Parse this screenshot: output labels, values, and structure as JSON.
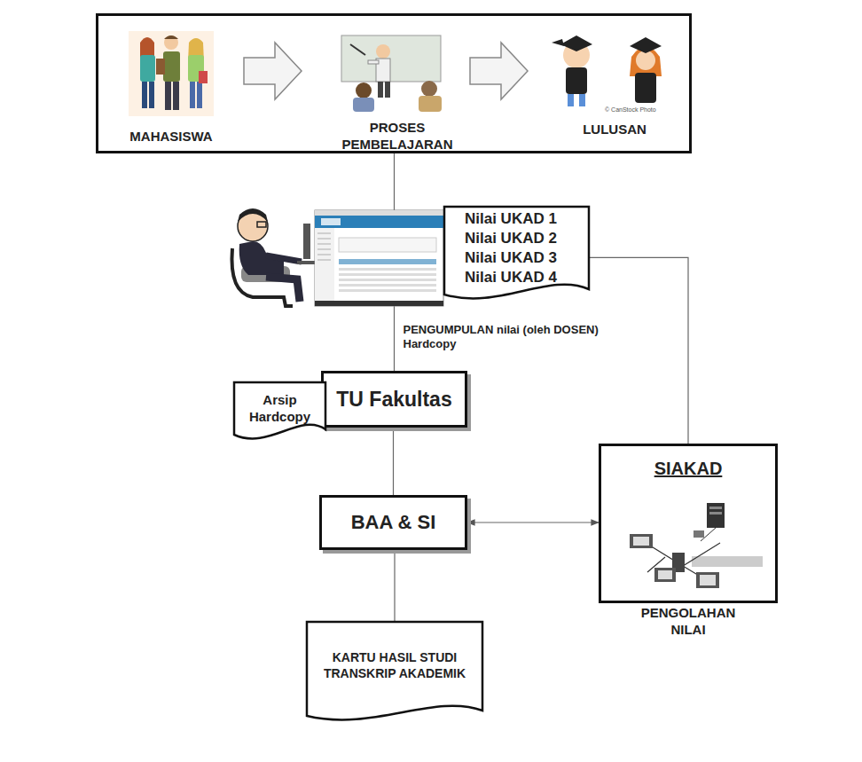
{
  "diagram": {
    "nodes": [
      {
        "text": [
          "MAHASISWA",
          "PROSES PEMBELAJARAN",
          "LULUSAN"
        ]
      },
      {
        "text": [
          "Nilai UKAD 1",
          "Nilai UKAD 2",
          "Nilai UKAD 3",
          "Nilai UKAD 4"
        ]
      },
      {
        "text": [
          "TU Fakultas"
        ]
      },
      {
        "text": [
          "Arsip Hardcopy"
        ]
      },
      {
        "text": [
          "BAA & SI"
        ]
      },
      {
        "text": [
          "SIAKAD",
          "PENGOLAHAN NILAI"
        ]
      },
      {
        "text": [
          "KARTU HASIL STUDI TRANSKRIP AKADEMIK"
        ]
      }
    ],
    "edges": [
      {
        "from": 0,
        "to": 2,
        "label": "PENGUMPULAN nilai (oleh DOSEN) Hardcopy",
        "arrow": "none"
      },
      {
        "from": 1,
        "to": 5,
        "arrow": "none"
      },
      {
        "from": 2,
        "to": 4,
        "arrow": "none"
      },
      {
        "from": 4,
        "to": 5,
        "arrow": "both"
      },
      {
        "from": 4,
        "to": 6,
        "arrow": "none"
      }
    ],
    "labels": [
      "© CanStock Photo"
    ]
  }
}
